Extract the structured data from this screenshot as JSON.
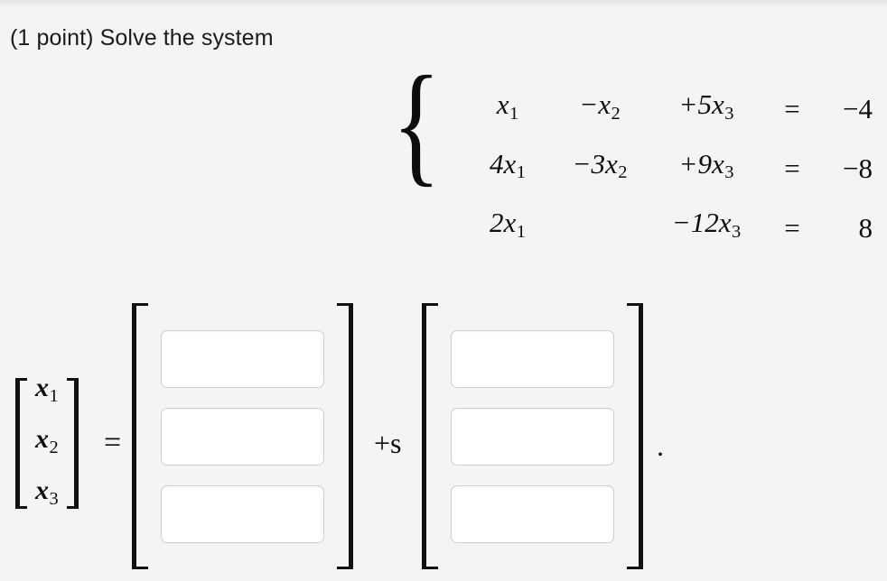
{
  "problem": {
    "points_label": "(1 point)",
    "instruction": "Solve the system",
    "prompt_full": "(1 point) Solve the system"
  },
  "system": {
    "open_brace": "{",
    "rows": [
      {
        "term1": "x",
        "term1_sub": "1",
        "term2": "−x",
        "term2_sub": "2",
        "term3": "+5x",
        "term3_sub": "3",
        "equals": "=",
        "rhs": "−4"
      },
      {
        "term1": "4x",
        "term1_sub": "1",
        "term2": "−3x",
        "term2_sub": "2",
        "term3": "+9x",
        "term3_sub": "3",
        "equals": "=",
        "rhs": "−8"
      },
      {
        "term1": "2x",
        "term1_sub": "1",
        "term2": "",
        "term2_sub": "",
        "term3": "−12x",
        "term3_sub": "3",
        "equals": "=",
        "rhs": "8"
      }
    ]
  },
  "answer": {
    "x_vector": {
      "rows": [
        {
          "symbol": "x",
          "sub": "1"
        },
        {
          "symbol": "x",
          "sub": "2"
        },
        {
          "symbol": "x",
          "sub": "3"
        }
      ]
    },
    "equals": "=",
    "plus_s": "+s",
    "period": ".",
    "particular_vector": {
      "inputs": [
        {
          "value": "",
          "placeholder": ""
        },
        {
          "value": "",
          "placeholder": ""
        },
        {
          "value": "",
          "placeholder": ""
        }
      ]
    },
    "direction_vector": {
      "inputs": [
        {
          "value": "",
          "placeholder": ""
        },
        {
          "value": "",
          "placeholder": ""
        },
        {
          "value": "",
          "placeholder": ""
        }
      ]
    }
  },
  "colors": {
    "page_background": "#f4f4f4",
    "text": "#0d0d0d",
    "input_background": "#ffffff",
    "input_border": "#cfcfcf",
    "bracket": "#111111"
  }
}
